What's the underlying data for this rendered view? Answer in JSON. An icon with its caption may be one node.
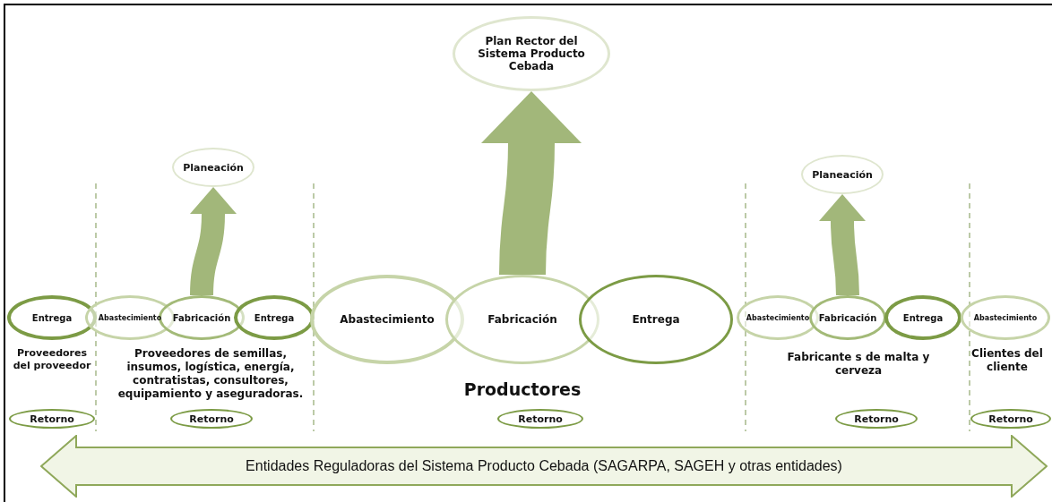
{
  "diagram": {
    "nodes": [
      {
        "text": [
          "Plan Rector del Sistema Producto Cebada"
        ]
      },
      {
        "text": [
          "Planeación"
        ]
      },
      {
        "text": [
          "Planeación"
        ]
      },
      {
        "text": [
          "Entrega"
        ]
      },
      {
        "text": [
          "Abastecimiento"
        ]
      },
      {
        "text": [
          "Fabricación"
        ]
      },
      {
        "text": [
          "Entrega"
        ]
      },
      {
        "text": [
          "Abastecimiento"
        ]
      },
      {
        "text": [
          "Fabricación"
        ]
      },
      {
        "text": [
          "Entrega"
        ]
      },
      {
        "text": [
          "Abastecimiento"
        ]
      },
      {
        "text": [
          "Fabricación"
        ]
      },
      {
        "text": [
          "Entrega"
        ]
      },
      {
        "text": [
          "Abastecimiento"
        ]
      },
      {
        "text": [
          "Retorno"
        ]
      },
      {
        "text": [
          "Retorno"
        ]
      },
      {
        "text": [
          "Retorno"
        ]
      },
      {
        "text": [
          "Retorno"
        ]
      },
      {
        "text": [
          "Retorno"
        ]
      },
      {
        "text": [
          "Entidades Reguladoras del Sistema Producto Cebada (SAGARPA, SAGEH y otras entidades)"
        ]
      }
    ],
    "edges": [
      {
        "from": 5,
        "to": 1,
        "arrow": "to"
      },
      {
        "from": 8,
        "to": 0,
        "arrow": "to",
        "style": "thick"
      },
      {
        "from": 11,
        "to": 2,
        "arrow": "to"
      }
    ],
    "labels": [
      "Proveedores del proveedor",
      "Proveedores de semillas, insumos, logística, energía, contratistas, consultores, equipamiento y aseguradoras.",
      "Productores",
      "Fabricante s de malta y cerveza",
      "Clientes del cliente"
    ]
  }
}
